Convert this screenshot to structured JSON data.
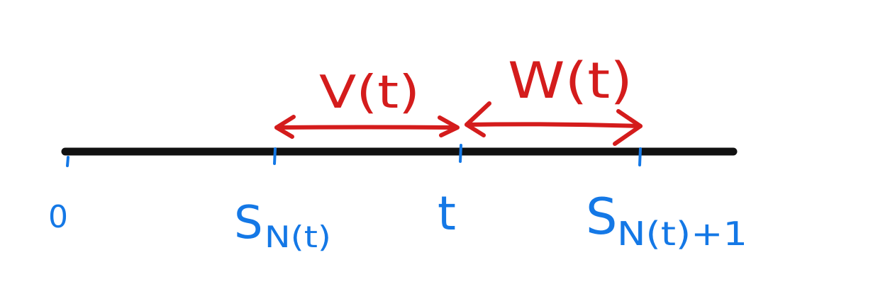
{
  "timeline": {
    "points": [
      {
        "id": "origin",
        "label": "0",
        "position": 0
      },
      {
        "id": "last-renewal",
        "label": "S_{N(t)}",
        "position": 0.31
      },
      {
        "id": "current-time",
        "label": "t",
        "position": 0.59
      },
      {
        "id": "next-renewal",
        "label": "S_{N(t)+1}",
        "position": 0.86
      }
    ]
  },
  "intervals": [
    {
      "id": "age",
      "label": "V(t)",
      "from": "last-renewal",
      "to": "current-time"
    },
    {
      "id": "residual",
      "label": "W(t)",
      "from": "current-time",
      "to": "next-renewal"
    }
  ],
  "labels": {
    "origin": "0",
    "last_renewal_main": "S",
    "last_renewal_sub": "N(t)",
    "current_time": "t",
    "next_renewal_main": "S",
    "next_renewal_sub": "N(t)+1",
    "age": "V(t)",
    "residual": "W(t)"
  },
  "colors": {
    "axis": "#111111",
    "ticks": "#1478e6",
    "labels_blue": "#1478e6",
    "arrows": "#d41c1c",
    "labels_red": "#d41c1c",
    "background": "#ffffff"
  }
}
